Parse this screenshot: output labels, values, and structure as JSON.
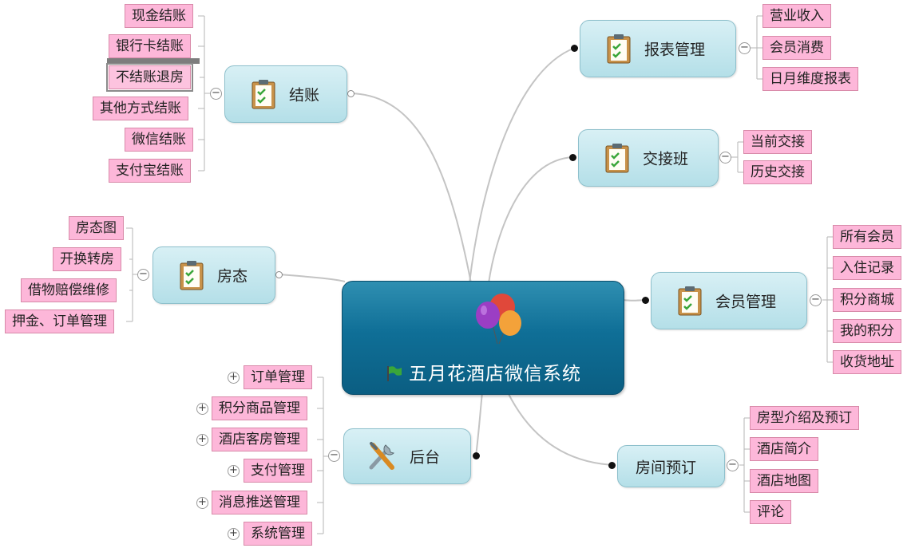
{
  "central": {
    "title": "五月花酒店微信系统",
    "flag_icon": "green-flag-icon",
    "balloon_icon": "balloons-icon"
  },
  "branches": {
    "checkout": {
      "label": "结账",
      "icon": "clipboard-check-icon",
      "items": [
        "现金结账",
        "银行卡结账",
        "不结账退房",
        "其他方式结账",
        "微信结账",
        "支付宝结账"
      ]
    },
    "room_status": {
      "label": "房态",
      "icon": "clipboard-check-icon",
      "items": [
        "房态图",
        "开换转房",
        "借物赔偿维修",
        "押金、订单管理"
      ]
    },
    "backend": {
      "label": "后台",
      "icon": "tools-icon",
      "items": [
        "订单管理",
        "积分商品管理",
        "酒店客房管理",
        "支付管理",
        "消息推送管理",
        "系统管理"
      ]
    },
    "reports": {
      "label": "报表管理",
      "icon": "clipboard-check-icon",
      "items": [
        "营业收入",
        "会员消费",
        "日月维度报表"
      ]
    },
    "shift": {
      "label": "交接班",
      "icon": "clipboard-check-icon",
      "items": [
        "当前交接",
        "历史交接"
      ]
    },
    "members": {
      "label": "会员管理",
      "icon": "clipboard-check-icon",
      "items": [
        "所有会员",
        "入住记录",
        "积分商城",
        "我的积分",
        "收货地址"
      ]
    },
    "booking": {
      "label": "房间预订",
      "items": [
        "房型介绍及预订",
        "酒店简介",
        "酒店地图",
        "评论"
      ]
    }
  },
  "colors": {
    "topic_fill": "#b4dfe8",
    "leaf_fill": "#fdb7d9",
    "central_fill": "#0f6f97",
    "leaf_border": "#d88aa9"
  }
}
